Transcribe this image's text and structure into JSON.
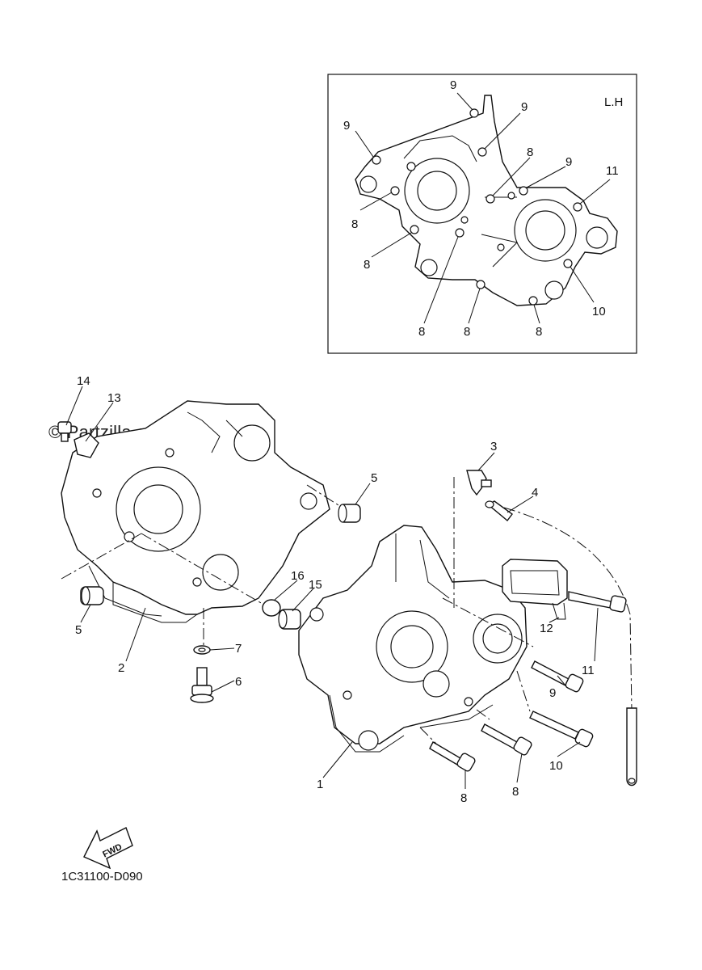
{
  "watermark": "© Partzilla.com",
  "inset": {
    "side_label": "L.H"
  },
  "fwd_label": "FWD",
  "diagram_code": "1C31100-D090",
  "inset_callouts": [
    "9",
    "9",
    "9",
    "9",
    "8",
    "8",
    "8",
    "8",
    "8",
    "8",
    "11",
    "10"
  ],
  "main_callouts": [
    "14",
    "13",
    "3",
    "4",
    "5",
    "5",
    "16",
    "15",
    "2",
    "7",
    "6",
    "1",
    "12",
    "11",
    "9",
    "10",
    "8",
    "8"
  ]
}
